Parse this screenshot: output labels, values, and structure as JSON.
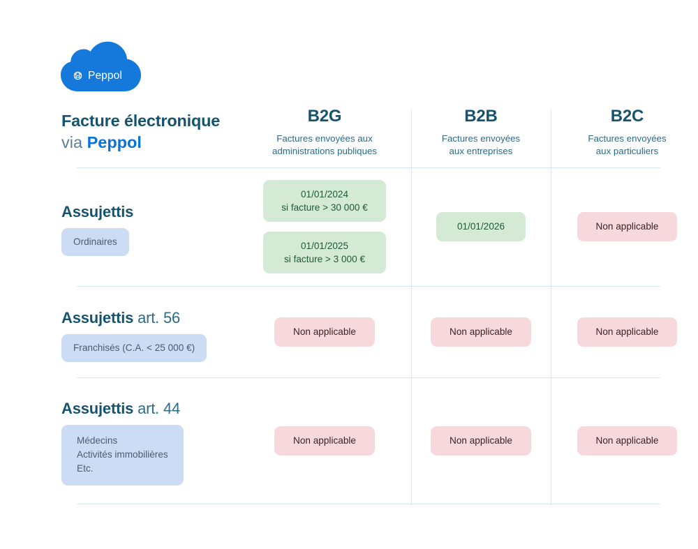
{
  "logo": {
    "name": "peppol-cloud-logo",
    "text": "Peppol",
    "icon": "peppol-mark-icon",
    "cloud_color": "#1579DC"
  },
  "header": {
    "title_line1": "Facture électronique",
    "title_via": "via ",
    "title_brand": "Peppol",
    "columns": [
      {
        "key": "b2g",
        "title": "B2G",
        "subtitle_line1": "Factures envoyées aux",
        "subtitle_line2": "administrations publiques"
      },
      {
        "key": "b2b",
        "title": "B2B",
        "subtitle_line1": "Factures envoyées",
        "subtitle_line2": "aux entreprises"
      },
      {
        "key": "b2c",
        "title": "B2C",
        "subtitle_line1": "Factures envoyées",
        "subtitle_line2": "aux particuliers"
      }
    ]
  },
  "rows": [
    {
      "key": "assujettis-ordinaires",
      "title_strong": "Assujettis",
      "title_light": "",
      "badge_lines": [
        "Ordinaires"
      ],
      "cells": {
        "b2g": [
          {
            "type": "green",
            "line1": "01/01/2024",
            "line2": "si facture > 30 000 €"
          },
          {
            "type": "green",
            "line1": "01/01/2025",
            "line2": "si facture > 3 000 €"
          }
        ],
        "b2b": [
          {
            "type": "green",
            "line1": "01/01/2026",
            "line2": ""
          }
        ],
        "b2c": [
          {
            "type": "pink",
            "line1": "Non applicable",
            "line2": ""
          }
        ]
      }
    },
    {
      "key": "assujettis-art-56",
      "title_strong": "Assujettis",
      "title_light": " art. 56",
      "badge_lines": [
        "Franchisés (C.A. < 25 000 €)"
      ],
      "cells": {
        "b2g": [
          {
            "type": "pink",
            "line1": "Non applicable",
            "line2": ""
          }
        ],
        "b2b": [
          {
            "type": "pink",
            "line1": "Non applicable",
            "line2": ""
          }
        ],
        "b2c": [
          {
            "type": "pink",
            "line1": "Non applicable",
            "line2": ""
          }
        ]
      }
    },
    {
      "key": "assujettis-art-44",
      "title_strong": "Assujettis",
      "title_light": " art. 44",
      "badge_lines": [
        "Médecins",
        "Activités immobilières",
        "Etc."
      ],
      "cells": {
        "b2g": [
          {
            "type": "pink",
            "line1": "Non applicable",
            "line2": ""
          }
        ],
        "b2b": [
          {
            "type": "pink",
            "line1": "Non applicable",
            "line2": ""
          }
        ],
        "b2c": [
          {
            "type": "pink",
            "line1": "Non applicable",
            "line2": ""
          }
        ]
      }
    }
  ],
  "colors": {
    "title_teal": "#15536e",
    "brand_blue": "#0b72d9",
    "rule": "#d6e4f7",
    "badge_blue_bg": "#ccdcf5",
    "badge_blue_text": "#4a5b73",
    "chip_green_bg": "#d4ead5",
    "chip_green_text": "#1f5c33",
    "chip_pink_bg": "#f7d9dd",
    "chip_pink_text": "#3b2327"
  }
}
